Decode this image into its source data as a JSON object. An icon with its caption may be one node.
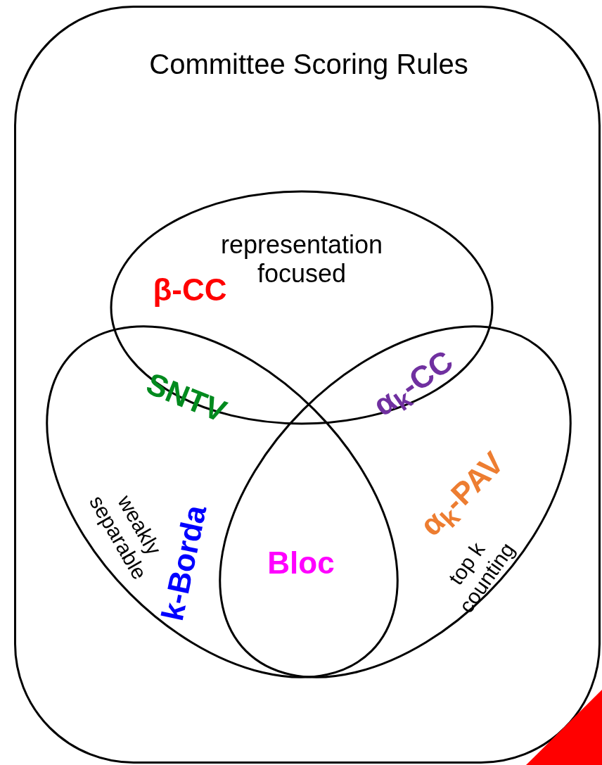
{
  "diagram": {
    "nodes": [
      {
        "text": [
          "Committee Scoring Rules"
        ]
      },
      {
        "text": [
          "representation focused"
        ],
        "in": 0
      },
      {
        "text": [
          "weakly separable"
        ],
        "in": 0
      },
      {
        "text": [
          "top k counting"
        ],
        "in": 0
      }
    ],
    "labels": [
      "β-CC",
      "SNTV",
      "α$_{k}$-CC",
      "α$_{k}$-PAV",
      "k-Borda",
      "Bloc"
    ]
  }
}
